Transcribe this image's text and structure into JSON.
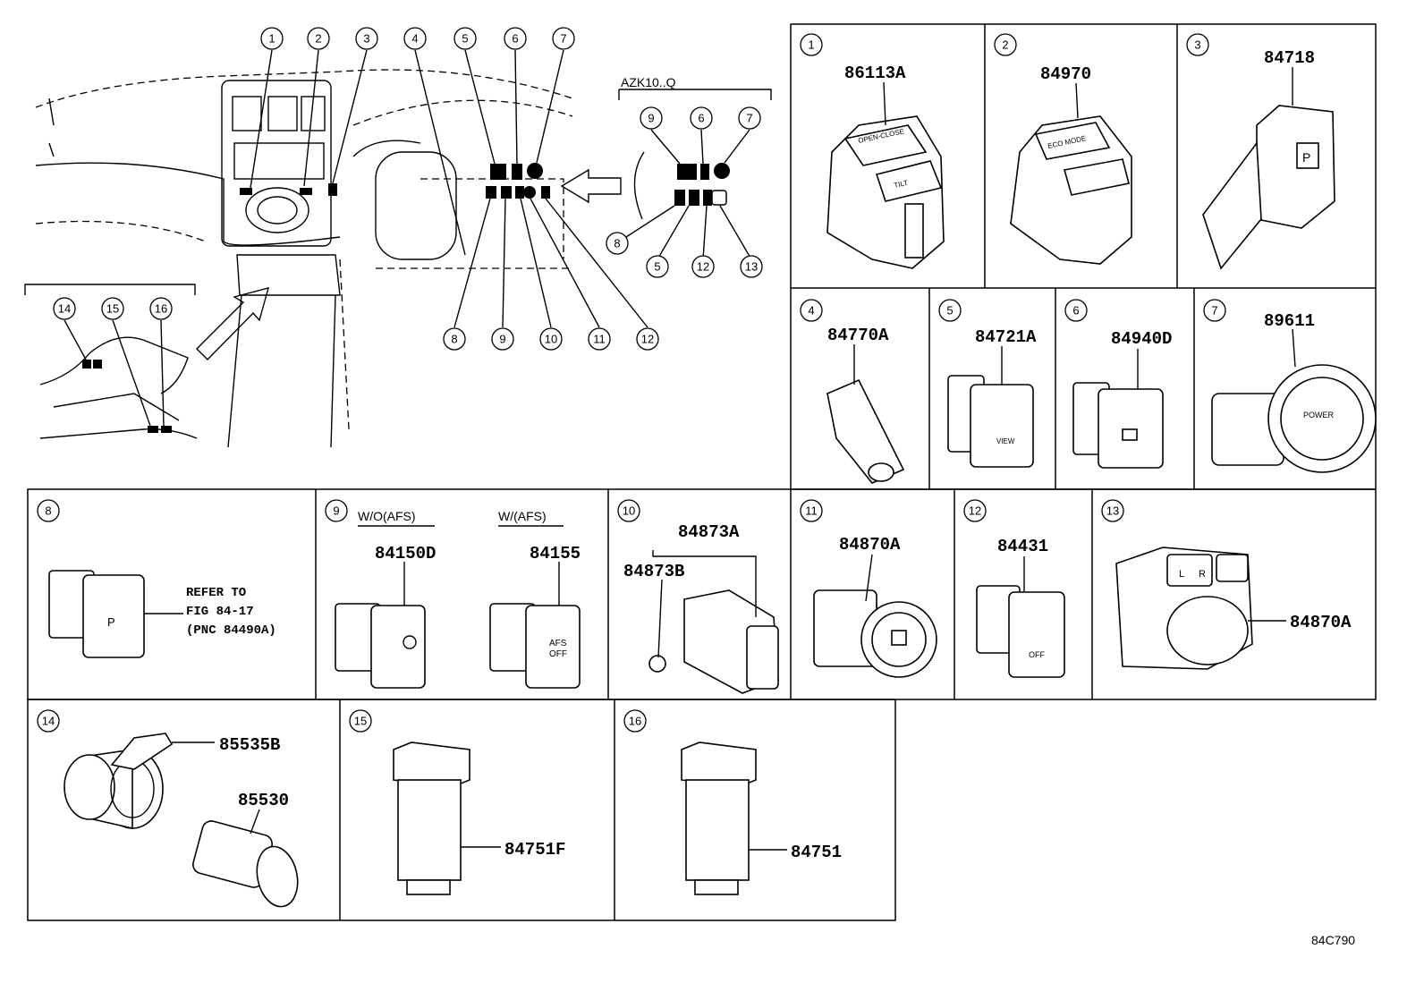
{
  "diagram_id": "84C790",
  "overview": {
    "variant_label": "AZK10..Q",
    "callouts_main": [
      "1",
      "2",
      "3",
      "4",
      "5",
      "6",
      "7",
      "8",
      "9",
      "10",
      "11",
      "12"
    ],
    "callouts_variant": [
      "9",
      "6",
      "7",
      "8",
      "5",
      "12",
      "13"
    ],
    "callouts_console": [
      "14",
      "15",
      "16"
    ]
  },
  "panels": [
    {
      "num": "1",
      "part": "86113A",
      "labels": [
        "OPEN-CLOSE",
        "TILT"
      ]
    },
    {
      "num": "2",
      "part": "84970",
      "labels": [
        "ECO MODE"
      ]
    },
    {
      "num": "3",
      "part": "84718",
      "labels": [
        "P"
      ]
    },
    {
      "num": "4",
      "part": "84770A"
    },
    {
      "num": "5",
      "part": "84721A",
      "labels": [
        "VIEW"
      ]
    },
    {
      "num": "6",
      "part": "84940D"
    },
    {
      "num": "7",
      "part": "89611",
      "labels": [
        "POWER"
      ]
    },
    {
      "num": "8",
      "note": [
        "REFER TO",
        "FIG 84-17",
        "(PNC 84490A)"
      ]
    },
    {
      "num": "9",
      "variants": [
        {
          "label": "W/O(AFS)",
          "part": "84150D"
        },
        {
          "label": "W/(AFS)",
          "part": "84155",
          "labels": [
            "AFS",
            "OFF"
          ]
        }
      ]
    },
    {
      "num": "10",
      "parts": [
        "84873A",
        "84873B"
      ]
    },
    {
      "num": "11",
      "part": "84870A"
    },
    {
      "num": "12",
      "part": "84431",
      "labels": [
        "OFF"
      ]
    },
    {
      "num": "13",
      "part": "84870A",
      "labels": [
        "L",
        "R"
      ]
    },
    {
      "num": "14",
      "parts": [
        "85535B",
        "85530"
      ]
    },
    {
      "num": "15",
      "part": "84751F"
    },
    {
      "num": "16",
      "part": "84751"
    }
  ]
}
